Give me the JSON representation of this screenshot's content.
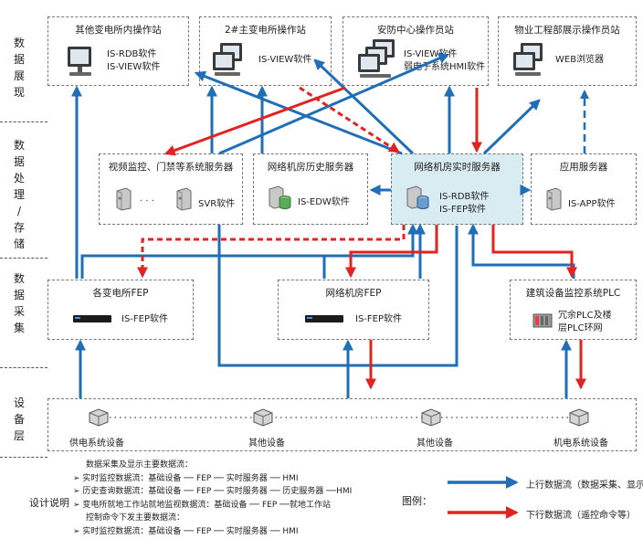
{
  "layers": [
    "数据展现",
    "数据处理/存储",
    "数据采集",
    "设备层"
  ],
  "display": {
    "b1": {
      "title": "其他变电所内操作站",
      "sw": [
        "IS-RDB软件",
        "IS-VIEW软件"
      ]
    },
    "b2": {
      "title": "2#主变电所操作站",
      "sw": [
        "IS-VIEW软件"
      ]
    },
    "b3": {
      "title": "安防中心操作员站",
      "sw": [
        "IS-VIEW软件",
        "弱电子系统HMI软件"
      ]
    },
    "b4": {
      "title": "物业工程部展示操作员站",
      "sw": [
        "WEB浏览器"
      ]
    }
  },
  "processing": {
    "p1": {
      "title": "视频监控、门禁等系统服务器",
      "sw": [
        "SVR软件"
      ],
      "dots": "·  ·  ·"
    },
    "p2": {
      "title": "网络机房历史服务器",
      "sw": [
        "IS-EDW软件"
      ]
    },
    "p3": {
      "title": "网络机房实时服务器",
      "sw": [
        "IS-RDB软件",
        "IS-FEP软件"
      ]
    },
    "p4": {
      "title": "应用服务器",
      "sw": [
        "IS-APP软件"
      ]
    }
  },
  "acquisition": {
    "a1": {
      "title": "各变电所FEP",
      "sw": [
        "IS-FEP软件"
      ]
    },
    "a2": {
      "title": "网络机房FEP",
      "sw": [
        "IS-FEP软件"
      ]
    },
    "a3": {
      "title": "建筑设备监控系统PLC",
      "sw": [
        "冗余PLC及楼",
        "层PLC环网"
      ]
    }
  },
  "devices": [
    "供电系统设备",
    "其他设备",
    "其他设备",
    "机电系统设备"
  ],
  "notes": {
    "title": "设计说明",
    "lines": [
      "数据采集及显示主要数据流：",
      "➢ 实时监控数据流：基础设备 ── FEP ── 实时服务器 ── HMI",
      "➢ 历史查询数据流：基础设备 ── FEP ── 实时服务器 ── 历史服务器 ──HMI",
      "➢ 变电所就地工作站就地监视数据流：基础设备 ── FEP ──就地工作站",
      "控制命令下发主要数据流：",
      "➢ 实时监控数据流：基础设备 ── FEP ── 实时服务器 ── HMI"
    ]
  },
  "legend": {
    "title": "图例：",
    "up": "上行数据流（数据采集、显示）",
    "down": "下行数据流（遥控命令等）"
  },
  "colors": {
    "up": "#1f6fb8",
    "down": "#e32222"
  }
}
